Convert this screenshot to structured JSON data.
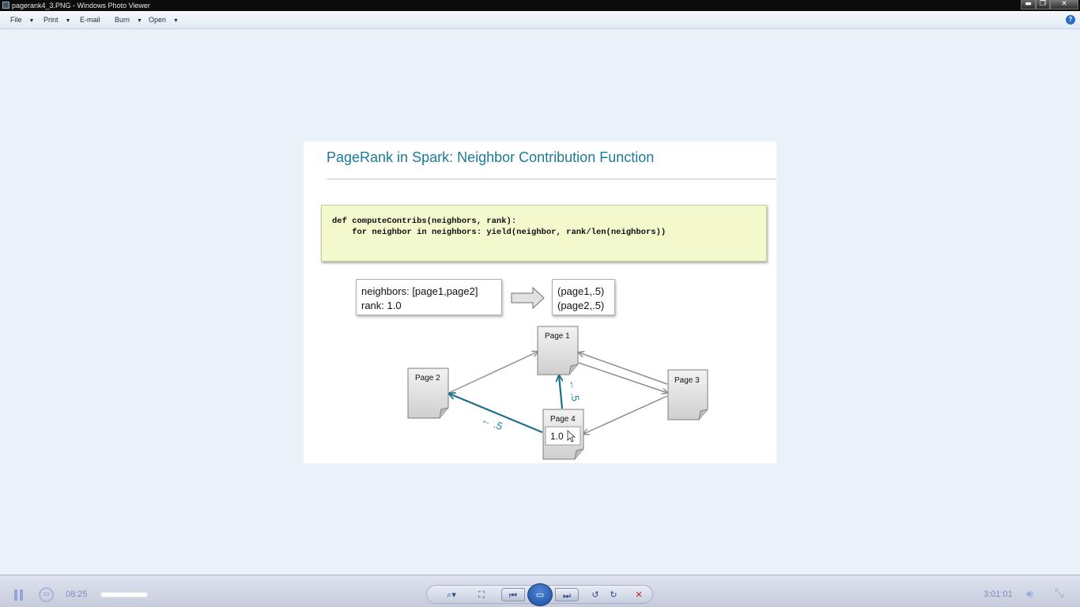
{
  "window": {
    "title": "pagerank4_3.PNG - Windows Photo Viewer",
    "minimize": "▬",
    "maximize": "❐",
    "close": "✕"
  },
  "menu": {
    "file": "File",
    "print": "Print",
    "email": "E-mail",
    "burn": "Burn",
    "open": "Open",
    "help": "?"
  },
  "slide": {
    "title": "PageRank in Spark: Neighbor Contribution Function",
    "code": [
      "def computeContribs(neighbors, rank):",
      "    for neighbor in neighbors: yield(neighbor, rank/len(neighbors))"
    ],
    "input_box": [
      "neighbors: [page1,page2]",
      "rank: 1.0"
    ],
    "output_box": [
      "(page1,.5)",
      "(page2,.5)"
    ],
    "pages": {
      "page1": "Page 1",
      "page2": "Page 2",
      "page3": "Page 3",
      "page4": "Page 4",
      "page4_rank": "1.0"
    },
    "contrib_label_page2": "← .5",
    "contrib_label_page1": "← .5"
  },
  "player": {
    "time_elapsed": "08:25",
    "time_total": "3:01:01",
    "rewind_label": "10",
    "progress": 0.05
  },
  "colors": {
    "accent": "#1d7a99",
    "code_bg": "#f3f8cd",
    "edge_gray": "#8f8f8f"
  }
}
